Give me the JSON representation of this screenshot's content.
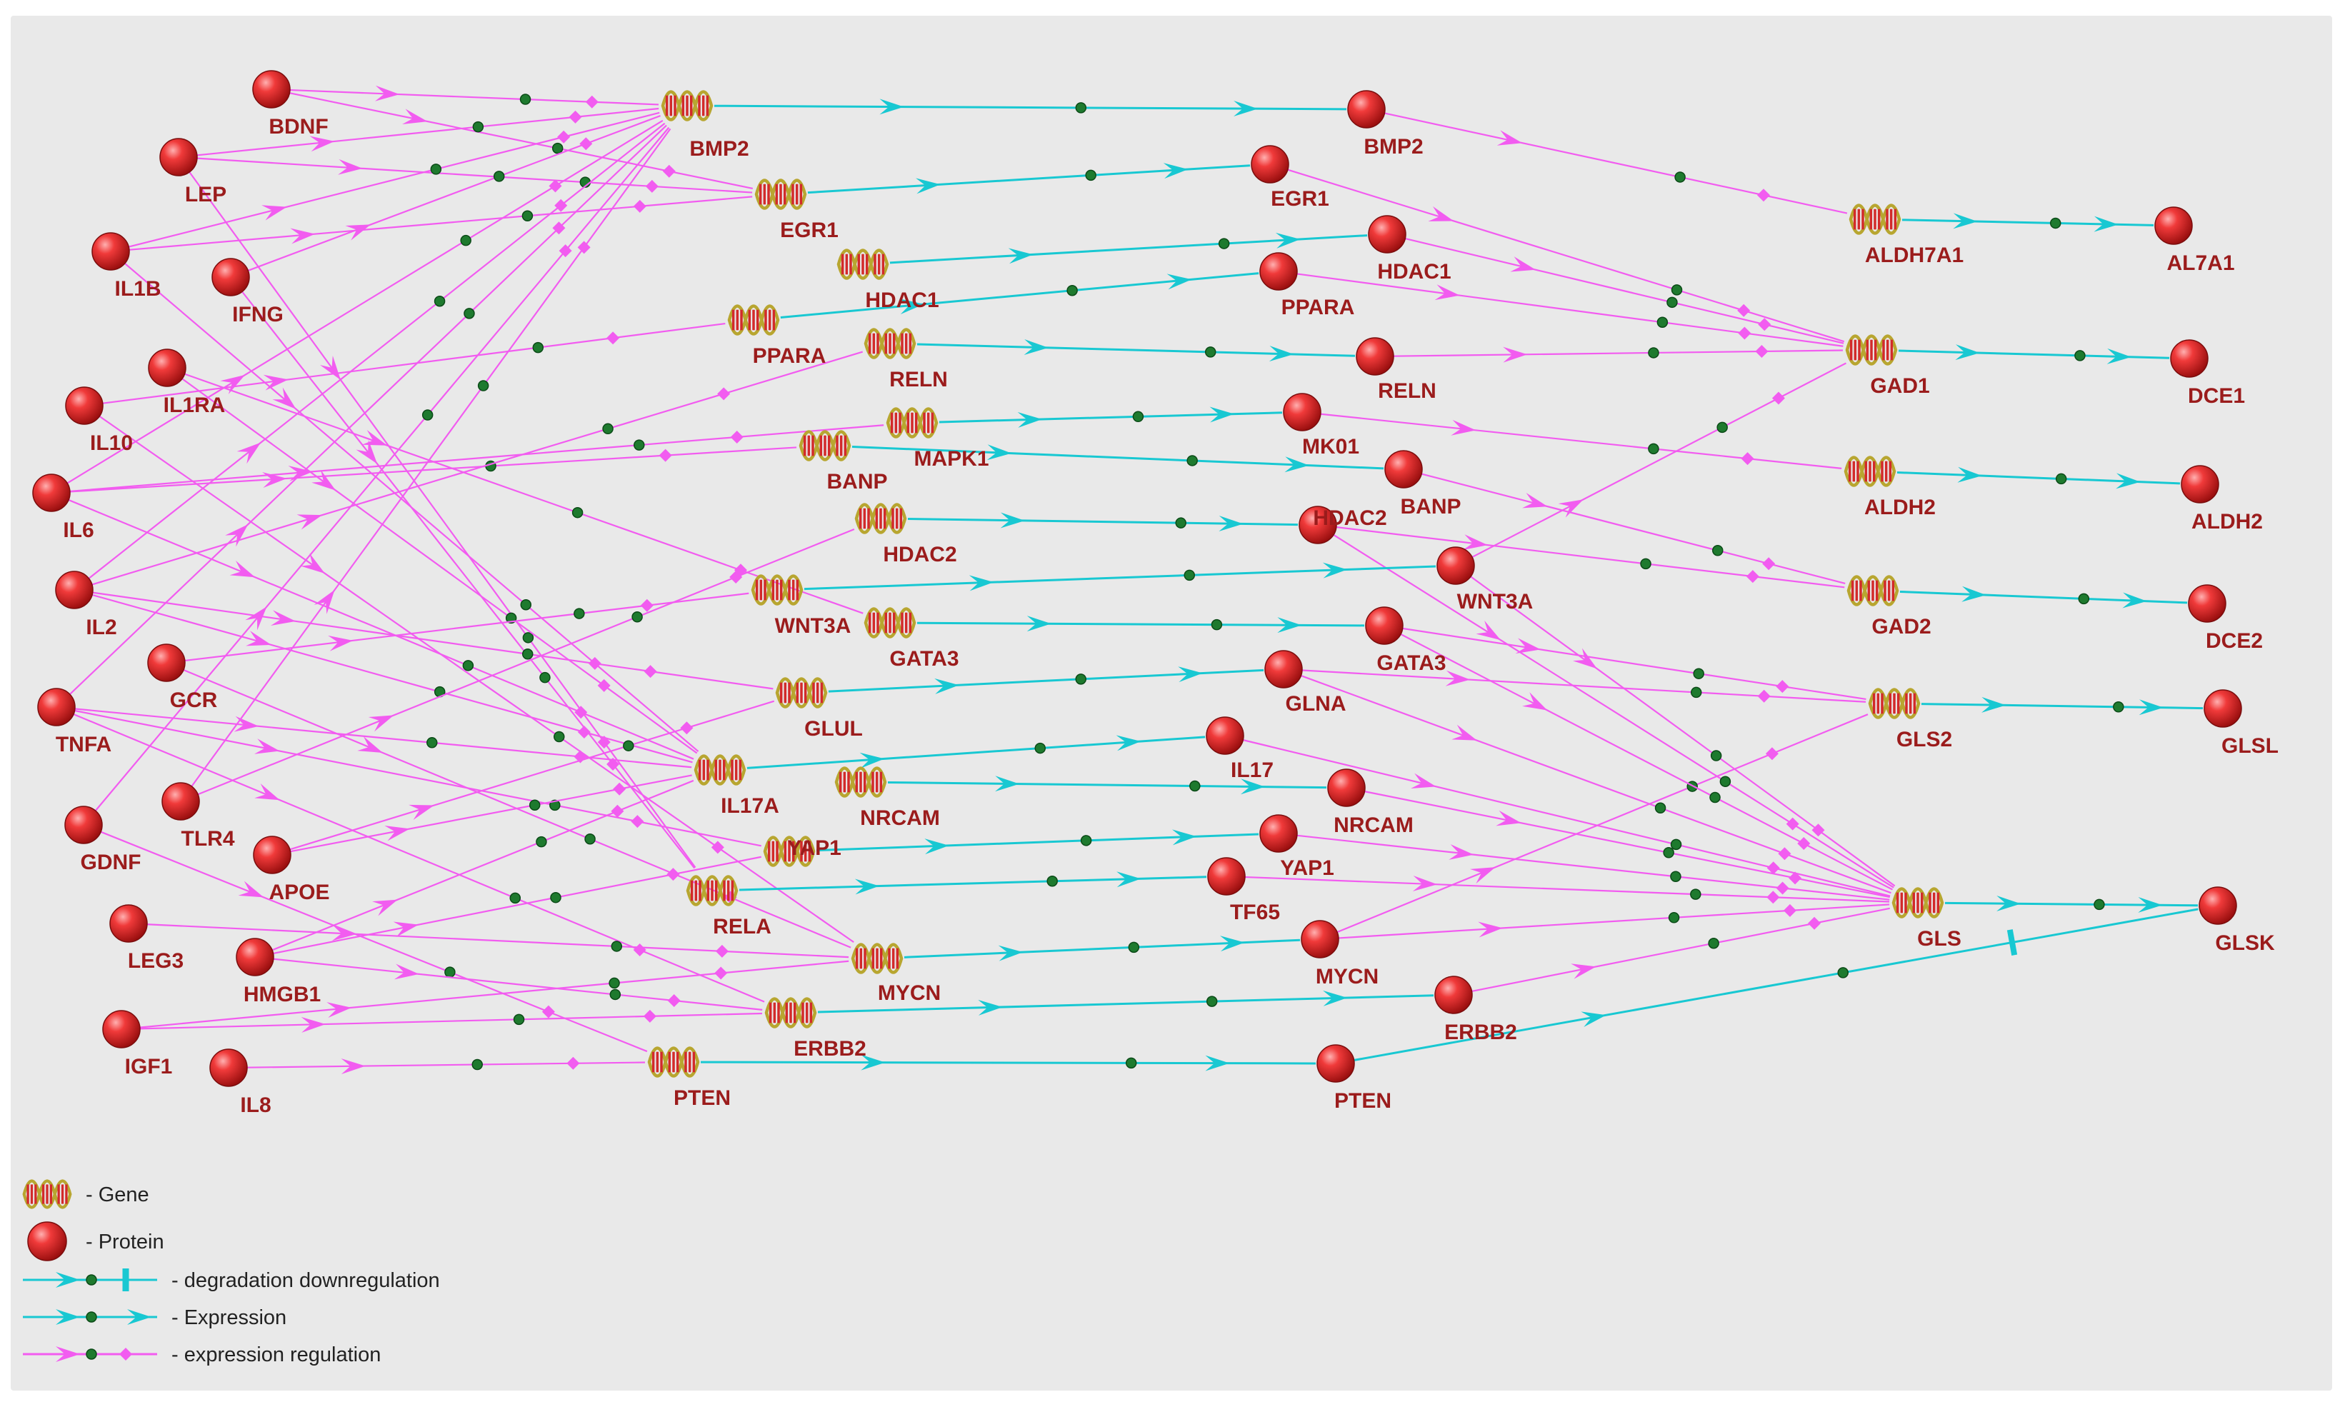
{
  "colors": {
    "background": "#e9e9e9",
    "expression_regulation": "#f25cf0",
    "expression": "#18c8d2",
    "protein_fill": "#e02424",
    "label": "#9b1c1c",
    "gene_helix": "#b8a630",
    "gene_band": "#d22a2a",
    "midpoint_dot": "#1e7a2e"
  },
  "nodes": [
    {
      "id": "g_bmp2",
      "type": "gene",
      "label": "BMP2"
    },
    {
      "id": "g_egr1",
      "type": "gene",
      "label": "EGR1"
    },
    {
      "id": "g_hdac1",
      "type": "gene",
      "label": "HDAC1"
    },
    {
      "id": "g_ppara",
      "type": "gene",
      "label": "PPARA"
    },
    {
      "id": "g_reln",
      "type": "gene",
      "label": "RELN"
    },
    {
      "id": "g_mapk1",
      "type": "gene",
      "label": "MAPK1"
    },
    {
      "id": "g_banp",
      "type": "gene",
      "label": "BANP"
    },
    {
      "id": "g_hdac2",
      "type": "gene",
      "label": "HDAC2"
    },
    {
      "id": "g_wnt3a",
      "type": "gene",
      "label": "WNT3A"
    },
    {
      "id": "g_gata3",
      "type": "gene",
      "label": "GATA3"
    },
    {
      "id": "g_glul",
      "type": "gene",
      "label": "GLUL"
    },
    {
      "id": "g_il17a",
      "type": "gene",
      "label": "IL17A"
    },
    {
      "id": "g_nrcam",
      "type": "gene",
      "label": "NRCAM"
    },
    {
      "id": "g_yap1",
      "type": "gene",
      "label": "YAP1"
    },
    {
      "id": "g_rela",
      "type": "gene",
      "label": "RELA"
    },
    {
      "id": "g_mycn",
      "type": "gene",
      "label": "MYCN"
    },
    {
      "id": "g_erbb2",
      "type": "gene",
      "label": "ERBB2"
    },
    {
      "id": "g_pten",
      "type": "gene",
      "label": "PTEN"
    },
    {
      "id": "g_aldh7a1",
      "type": "gene",
      "label": "ALDH7A1"
    },
    {
      "id": "g_gad1",
      "type": "gene",
      "label": "GAD1"
    },
    {
      "id": "g_aldh2",
      "type": "gene",
      "label": "ALDH2"
    },
    {
      "id": "g_gad2",
      "type": "gene",
      "label": "GAD2"
    },
    {
      "id": "g_gls2",
      "type": "gene",
      "label": "GLS2"
    },
    {
      "id": "g_gls",
      "type": "gene",
      "label": "GLS"
    },
    {
      "id": "p_bdnf",
      "type": "protein",
      "label": "BDNF"
    },
    {
      "id": "p_lep",
      "type": "protein",
      "label": "LEP"
    },
    {
      "id": "p_il1b",
      "type": "protein",
      "label": "IL1B"
    },
    {
      "id": "p_ifng",
      "type": "protein",
      "label": "IFNG"
    },
    {
      "id": "p_il1ra",
      "type": "protein",
      "label": "IL1RA"
    },
    {
      "id": "p_il10",
      "type": "protein",
      "label": "IL10"
    },
    {
      "id": "p_il6",
      "type": "protein",
      "label": "IL6"
    },
    {
      "id": "p_il2",
      "type": "protein",
      "label": "IL2"
    },
    {
      "id": "p_gcr",
      "type": "protein",
      "label": "GCR"
    },
    {
      "id": "p_tnfa",
      "type": "protein",
      "label": "TNFA"
    },
    {
      "id": "p_tlr4",
      "type": "protein",
      "label": "TLR4"
    },
    {
      "id": "p_gdnf",
      "type": "protein",
      "label": "GDNF"
    },
    {
      "id": "p_apoe",
      "type": "protein",
      "label": "APOE"
    },
    {
      "id": "p_leg3",
      "type": "protein",
      "label": "LEG3"
    },
    {
      "id": "p_hmgb1",
      "type": "protein",
      "label": "HMGB1"
    },
    {
      "id": "p_igf1",
      "type": "protein",
      "label": "IGF1"
    },
    {
      "id": "p_il8",
      "type": "protein",
      "label": "IL8"
    },
    {
      "id": "p_bmp2",
      "type": "protein",
      "label": "BMP2"
    },
    {
      "id": "p_egr1",
      "type": "protein",
      "label": "EGR1"
    },
    {
      "id": "p_hdac1",
      "type": "protein",
      "label": "HDAC1"
    },
    {
      "id": "p_ppara",
      "type": "protein",
      "label": "PPARA"
    },
    {
      "id": "p_reln",
      "type": "protein",
      "label": "RELN"
    },
    {
      "id": "p_mk01",
      "type": "protein",
      "label": "MK01"
    },
    {
      "id": "p_banp",
      "type": "protein",
      "label": "BANP"
    },
    {
      "id": "p_hdac2",
      "type": "protein",
      "label": "HDAC2"
    },
    {
      "id": "p_wnt3a",
      "type": "protein",
      "label": "WNT3A"
    },
    {
      "id": "p_gata3",
      "type": "protein",
      "label": "GATA3"
    },
    {
      "id": "p_glna",
      "type": "protein",
      "label": "GLNA"
    },
    {
      "id": "p_il17",
      "type": "protein",
      "label": "IL17"
    },
    {
      "id": "p_nrcam",
      "type": "protein",
      "label": "NRCAM"
    },
    {
      "id": "p_yap1",
      "type": "protein",
      "label": "YAP1"
    },
    {
      "id": "p_tf65",
      "type": "protein",
      "label": "TF65"
    },
    {
      "id": "p_mycn",
      "type": "protein",
      "label": "MYCN"
    },
    {
      "id": "p_erbb2",
      "type": "protein",
      "label": "ERBB2"
    },
    {
      "id": "p_pten",
      "type": "protein",
      "label": "PTEN"
    },
    {
      "id": "p_al7a1",
      "type": "protein",
      "label": "AL7A1"
    },
    {
      "id": "p_dce1",
      "type": "protein",
      "label": "DCE1"
    },
    {
      "id": "p_aldh2",
      "type": "protein",
      "label": "ALDH2"
    },
    {
      "id": "p_dce2",
      "type": "protein",
      "label": "DCE2"
    },
    {
      "id": "p_glsl",
      "type": "protein",
      "label": "GLSL"
    },
    {
      "id": "p_glsk",
      "type": "protein",
      "label": "GLSK"
    }
  ],
  "edges": {
    "expression": [
      [
        "g_bmp2",
        "p_bmp2"
      ],
      [
        "g_egr1",
        "p_egr1"
      ],
      [
        "g_hdac1",
        "p_hdac1"
      ],
      [
        "g_ppara",
        "p_ppara"
      ],
      [
        "g_reln",
        "p_reln"
      ],
      [
        "g_mapk1",
        "p_mk01"
      ],
      [
        "g_banp",
        "p_banp"
      ],
      [
        "g_hdac2",
        "p_hdac2"
      ],
      [
        "g_wnt3a",
        "p_wnt3a"
      ],
      [
        "g_gata3",
        "p_gata3"
      ],
      [
        "g_glul",
        "p_glna"
      ],
      [
        "g_il17a",
        "p_il17"
      ],
      [
        "g_nrcam",
        "p_nrcam"
      ],
      [
        "g_yap1",
        "p_yap1"
      ],
      [
        "g_rela",
        "p_tf65"
      ],
      [
        "g_mycn",
        "p_mycn"
      ],
      [
        "g_erbb2",
        "p_erbb2"
      ],
      [
        "g_pten",
        "p_pten"
      ],
      [
        "g_aldh7a1",
        "p_al7a1"
      ],
      [
        "g_gad1",
        "p_dce1"
      ],
      [
        "g_aldh2",
        "p_aldh2"
      ],
      [
        "g_gad2",
        "p_dce2"
      ],
      [
        "g_gls2",
        "p_glsl"
      ],
      [
        "g_gls",
        "p_glsk"
      ]
    ],
    "degradation_downregulation": [
      [
        "p_pten",
        "p_glsk"
      ]
    ],
    "expression_regulation": [
      [
        "p_bdnf",
        "g_egr1"
      ],
      [
        "p_bdnf",
        "g_bmp2"
      ],
      [
        "p_lep",
        "g_egr1"
      ],
      [
        "p_lep",
        "g_bmp2"
      ],
      [
        "p_lep",
        "g_rela"
      ],
      [
        "p_il1b",
        "g_bmp2"
      ],
      [
        "p_il1b",
        "g_egr1"
      ],
      [
        "p_il1b",
        "g_il17a"
      ],
      [
        "p_ifng",
        "g_bmp2"
      ],
      [
        "p_ifng",
        "g_rela"
      ],
      [
        "p_il1ra",
        "g_gata3"
      ],
      [
        "p_il1ra",
        "g_il17a"
      ],
      [
        "p_il10",
        "g_ppara"
      ],
      [
        "p_il10",
        "g_mycn"
      ],
      [
        "p_il6",
        "g_bmp2"
      ],
      [
        "p_il6",
        "g_banp"
      ],
      [
        "p_il6",
        "g_il17a"
      ],
      [
        "p_il6",
        "g_mapk1"
      ],
      [
        "p_il2",
        "g_bmp2"
      ],
      [
        "p_il2",
        "g_reln"
      ],
      [
        "p_il2",
        "g_il17a"
      ],
      [
        "p_il2",
        "g_glul"
      ],
      [
        "p_gcr",
        "g_wnt3a"
      ],
      [
        "p_gcr",
        "g_mycn"
      ],
      [
        "p_tnfa",
        "g_bmp2"
      ],
      [
        "p_tnfa",
        "g_il17a"
      ],
      [
        "p_tnfa",
        "g_erbb2"
      ],
      [
        "p_tnfa",
        "g_yap1"
      ],
      [
        "p_tlr4",
        "g_bmp2"
      ],
      [
        "p_tlr4",
        "g_hdac2"
      ],
      [
        "p_gdnf",
        "g_bmp2"
      ],
      [
        "p_gdnf",
        "g_pten"
      ],
      [
        "p_apoe",
        "g_glul"
      ],
      [
        "p_apoe",
        "g_il17a"
      ],
      [
        "p_leg3",
        "g_mycn"
      ],
      [
        "p_hmgb1",
        "g_yap1"
      ],
      [
        "p_hmgb1",
        "g_il17a"
      ],
      [
        "p_hmgb1",
        "g_erbb2"
      ],
      [
        "p_igf1",
        "g_erbb2"
      ],
      [
        "p_igf1",
        "g_mycn"
      ],
      [
        "p_il8",
        "g_pten"
      ],
      [
        "p_bmp2",
        "g_aldh7a1"
      ],
      [
        "p_egr1",
        "g_gad1"
      ],
      [
        "p_hdac1",
        "g_gad1"
      ],
      [
        "p_ppara",
        "g_gad1"
      ],
      [
        "p_reln",
        "g_gad1"
      ],
      [
        "p_mk01",
        "g_aldh2"
      ],
      [
        "p_banp",
        "g_gad2"
      ],
      [
        "p_hdac2",
        "g_gad2"
      ],
      [
        "p_wnt3a",
        "g_gad1"
      ],
      [
        "p_wnt3a",
        "g_gls"
      ],
      [
        "p_gata3",
        "g_gls2"
      ],
      [
        "p_glna",
        "g_gls2"
      ],
      [
        "p_glna",
        "g_gls"
      ],
      [
        "p_il17",
        "g_gls"
      ],
      [
        "p_nrcam",
        "g_gls"
      ],
      [
        "p_yap1",
        "g_gls"
      ],
      [
        "p_tf65",
        "g_gls"
      ],
      [
        "p_mycn",
        "g_gls"
      ],
      [
        "p_mycn",
        "g_gls2"
      ],
      [
        "p_erbb2",
        "g_gls"
      ],
      [
        "p_gata3",
        "g_gls"
      ],
      [
        "p_hdac2",
        "g_gls"
      ]
    ]
  },
  "legend": [
    {
      "symbol": "gene",
      "label": "- Gene"
    },
    {
      "symbol": "protein",
      "label": "- Protein"
    },
    {
      "symbol": "degradation",
      "label": "- degradation downregulation"
    },
    {
      "symbol": "expression",
      "label": "- Expression"
    },
    {
      "symbol": "regulation",
      "label": "- expression regulation"
    }
  ]
}
